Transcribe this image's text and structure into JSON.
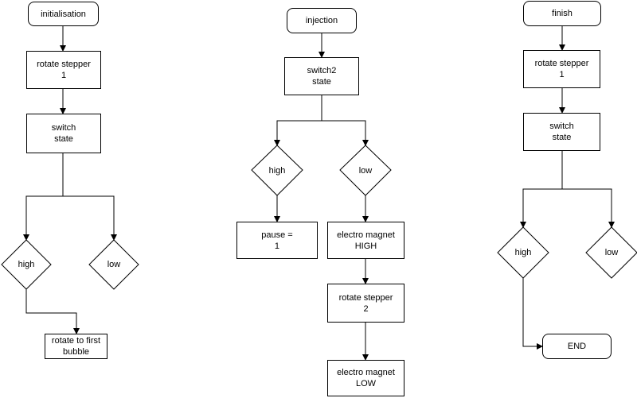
{
  "flows": {
    "initialisation": {
      "start": "initialisation",
      "rotate": "rotate stepper\n1",
      "switch": "switch\nstate",
      "high": "high",
      "low": "low",
      "rotate_first": "rotate to first\nbubble"
    },
    "injection": {
      "start": "injection",
      "switch2": "switch2\nstate",
      "high": "high",
      "low": "low",
      "pause": "pause =\n1",
      "magnet_high": "electro magnet\nHIGH",
      "rotate": "rotate stepper\n2",
      "magnet_low": "electro magnet\nLOW"
    },
    "finish": {
      "start": "finish",
      "rotate": "rotate stepper\n1",
      "switch": "switch\nstate",
      "high": "high",
      "low": "low",
      "end": "END"
    }
  },
  "colors": {
    "stroke": "#000000",
    "fill": "#ffffff",
    "text": "#000000"
  }
}
